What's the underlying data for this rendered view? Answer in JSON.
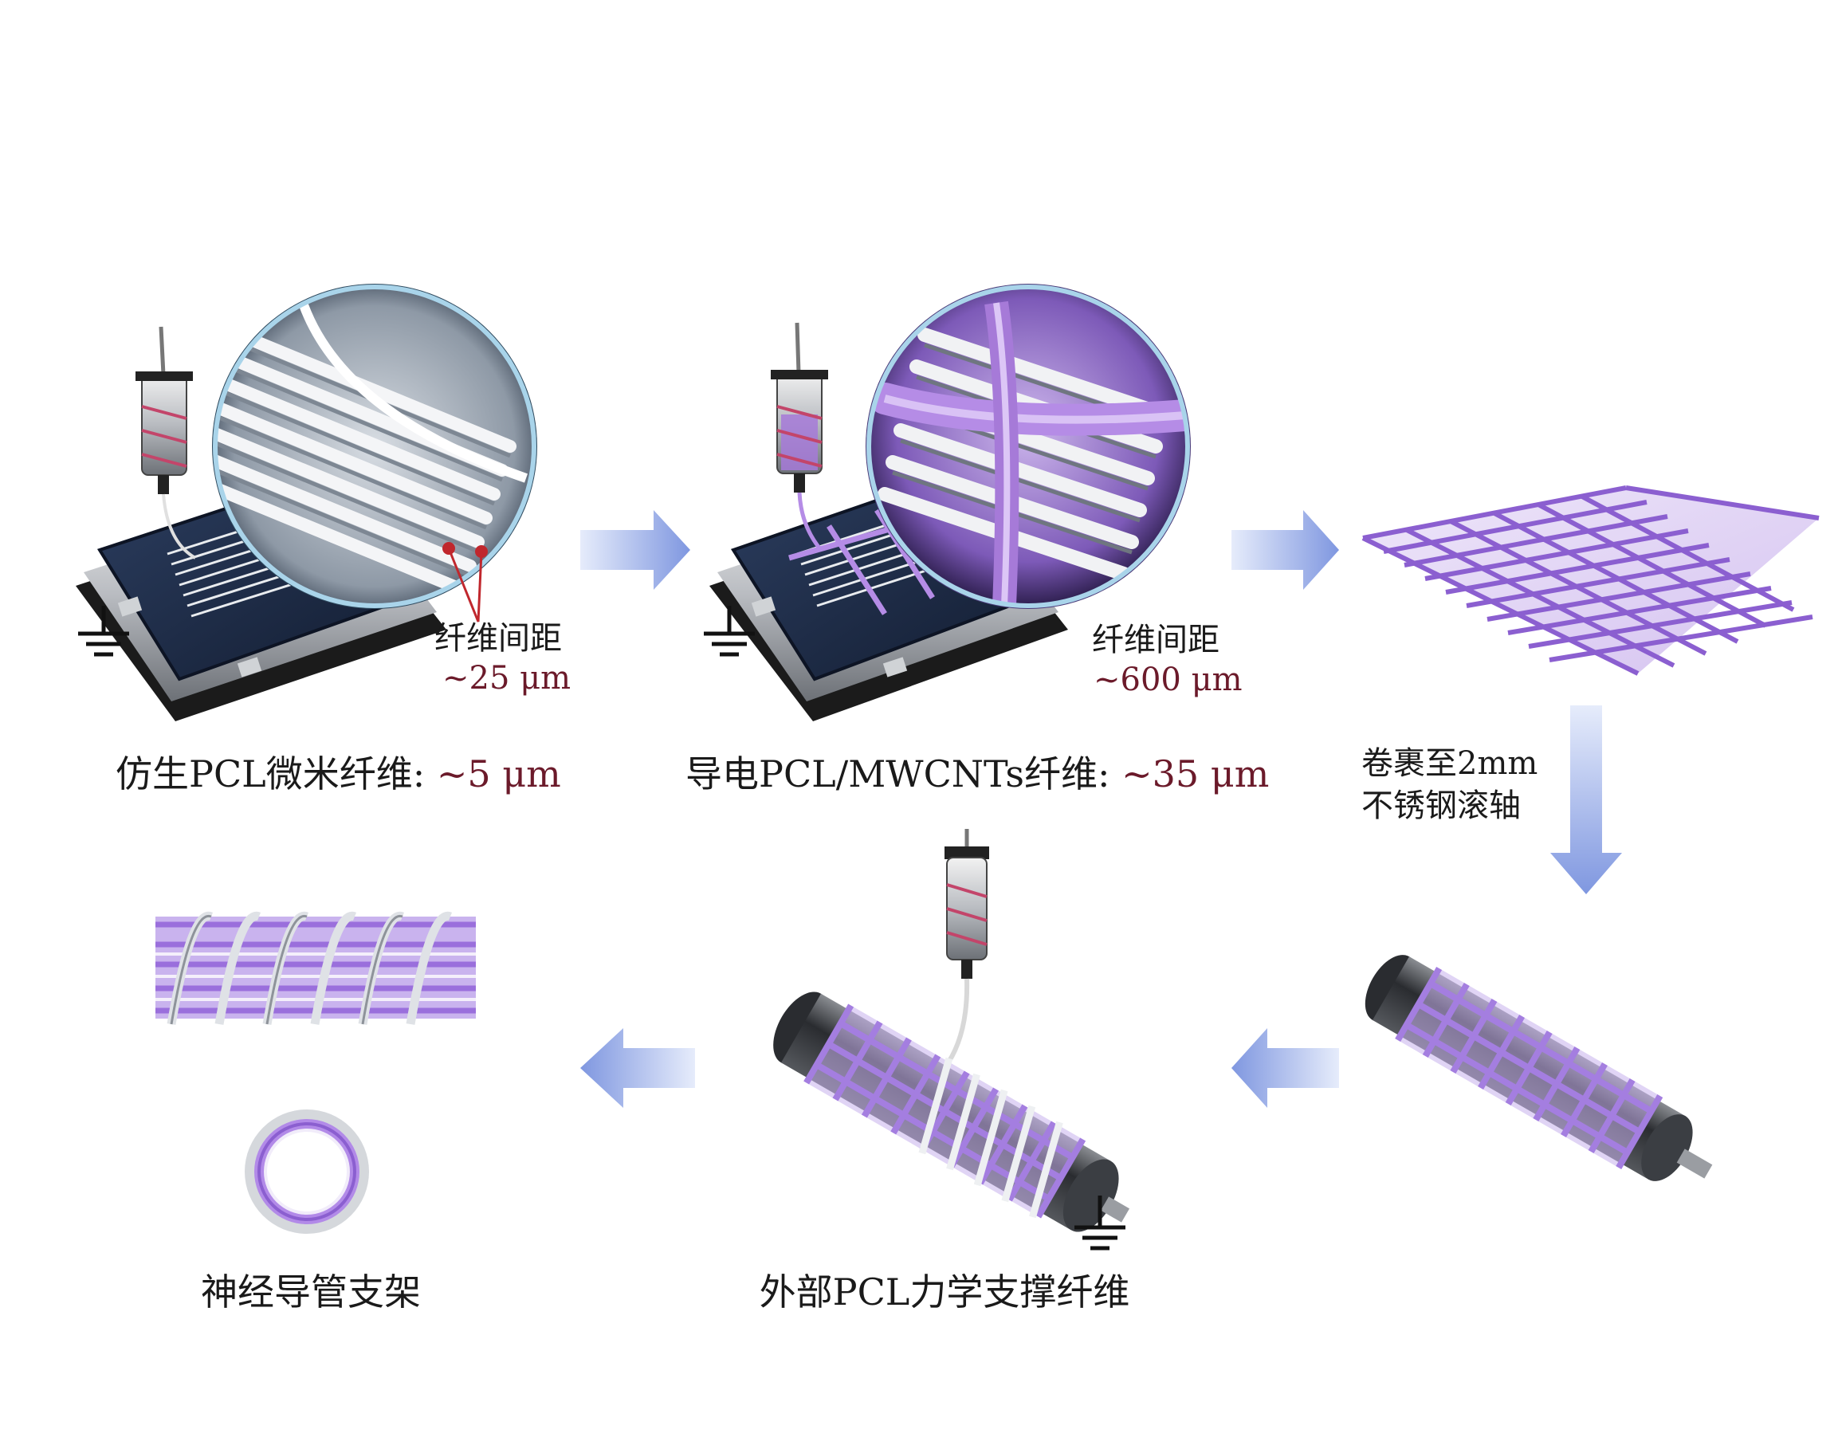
{
  "steps": {
    "step1": {
      "caption_text": "仿生PCL微米纤维: ",
      "caption_value": "~5 μm",
      "spacing_label": "纤维间距",
      "spacing_value": "~25 μm"
    },
    "step2": {
      "caption_text": "导电PCL/MWCNTs纤维: ",
      "caption_value": "~35 μm",
      "spacing_label": "纤维间距",
      "spacing_value": "~600 μm"
    },
    "step3": {
      "roll_line1": "卷裹至2mm",
      "roll_line2": "不锈钢滚轴"
    },
    "step5": {
      "caption": "外部PCL力学支撑纤维"
    },
    "step6": {
      "caption": "神经导管支架"
    }
  },
  "colors": {
    "purple": "#9b6bd6",
    "purple_dark": "#6a3fb0",
    "arrow": "#7f97e0",
    "accent_text": "#6b1a2a",
    "stage_dark": "#1d2b45"
  }
}
